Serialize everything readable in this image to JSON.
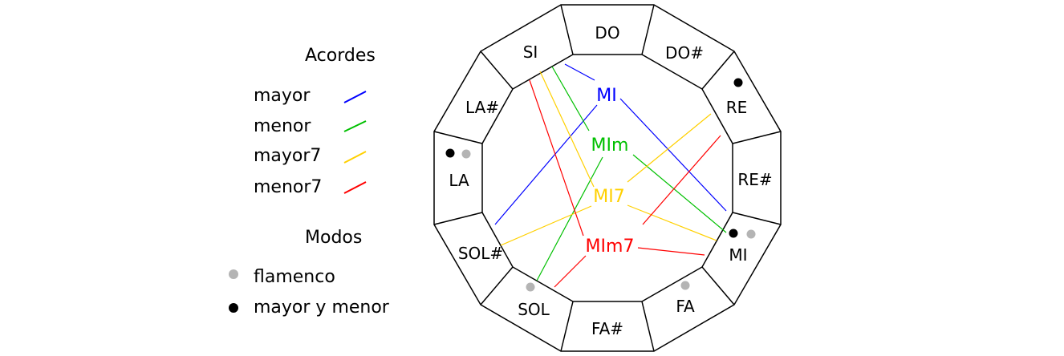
{
  "legend": {
    "chords_title": "Acordes",
    "chord_types": [
      {
        "label": "mayor",
        "color": "#0000ff"
      },
      {
        "label": "menor",
        "color": "#00c000"
      },
      {
        "label": "mayor7",
        "color": "#ffd000"
      },
      {
        "label": "menor7",
        "color": "#ff0000"
      }
    ],
    "modes_title": "Modos",
    "modes": [
      {
        "label": "flamenco",
        "color": "#b4b4b4"
      },
      {
        "label": "mayor y menor",
        "color": "#000000"
      }
    ]
  },
  "notes": [
    "DO",
    "DO#",
    "RE",
    "RE#",
    "MI",
    "FA",
    "FA#",
    "SOL",
    "SOL#",
    "LA",
    "LA#",
    "SI"
  ],
  "chords": [
    {
      "label": "MI",
      "color": "#0000ff"
    },
    {
      "label": "MIm",
      "color": "#00c000"
    },
    {
      "label": "MI7",
      "color": "#ffd000"
    },
    {
      "label": "MIm7",
      "color": "#ff0000"
    }
  ]
}
